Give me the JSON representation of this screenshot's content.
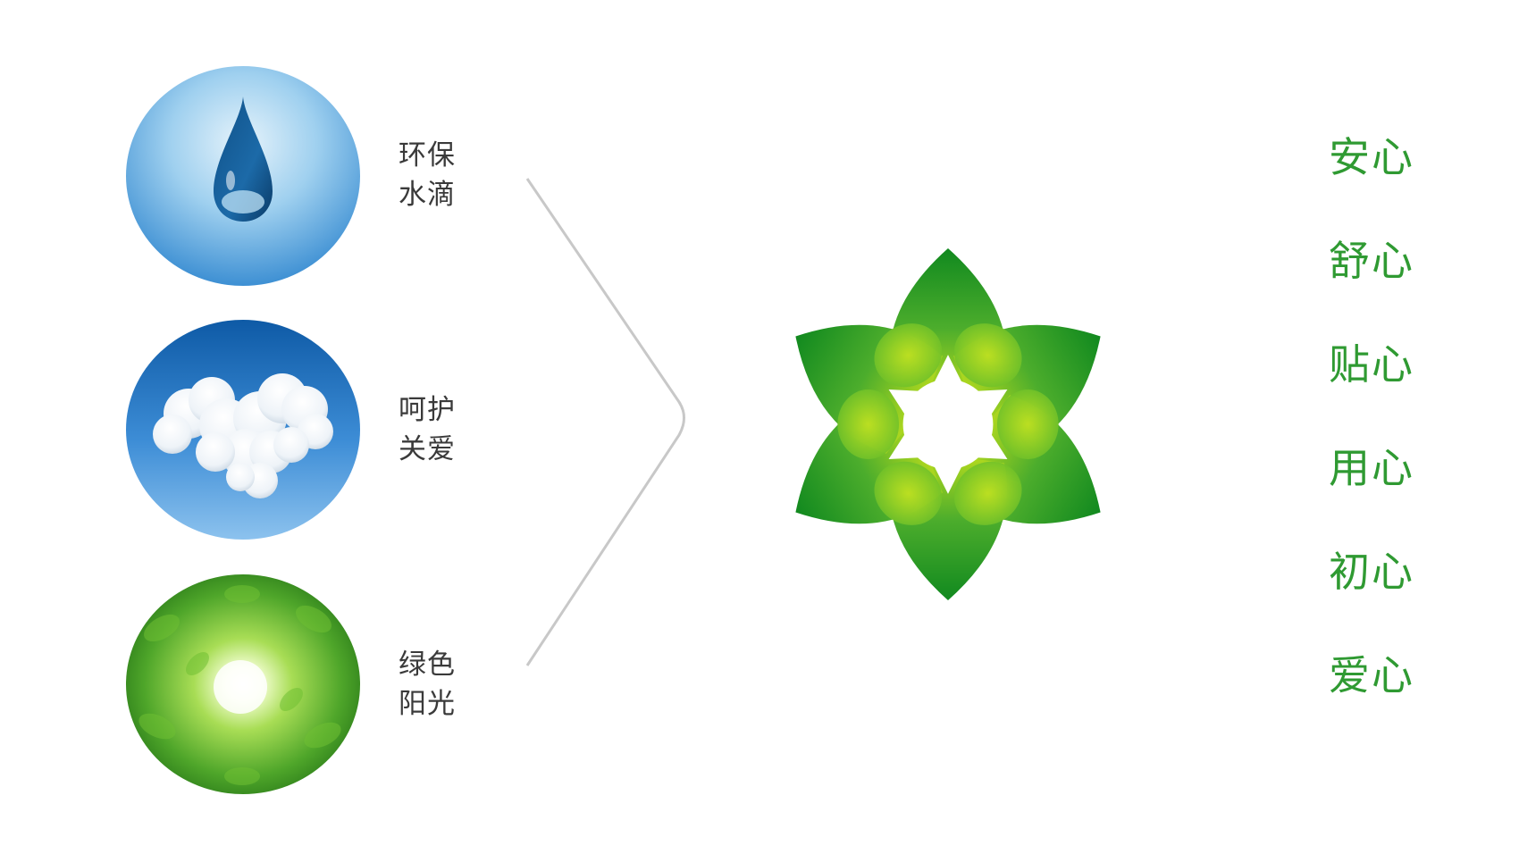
{
  "concepts": [
    {
      "icon": "water-drop-icon",
      "line1": "环保",
      "line2": "水滴"
    },
    {
      "icon": "heart-cloud-icon",
      "line1": "呵护",
      "line2": "关爱"
    },
    {
      "icon": "sunlight-leaves-icon",
      "line1": "绿色",
      "line2": "阳光"
    }
  ],
  "logo_icon": "green-leaf-star-logo",
  "values": [
    "安心",
    "舒心",
    "贴心",
    "用心",
    "初心",
    "爱心"
  ],
  "colors": {
    "accent_green": "#2f9a32",
    "label_text": "#3a3a3a",
    "chevron_line": "#c8c8c8",
    "sky_blue": "#2f7fc8"
  }
}
